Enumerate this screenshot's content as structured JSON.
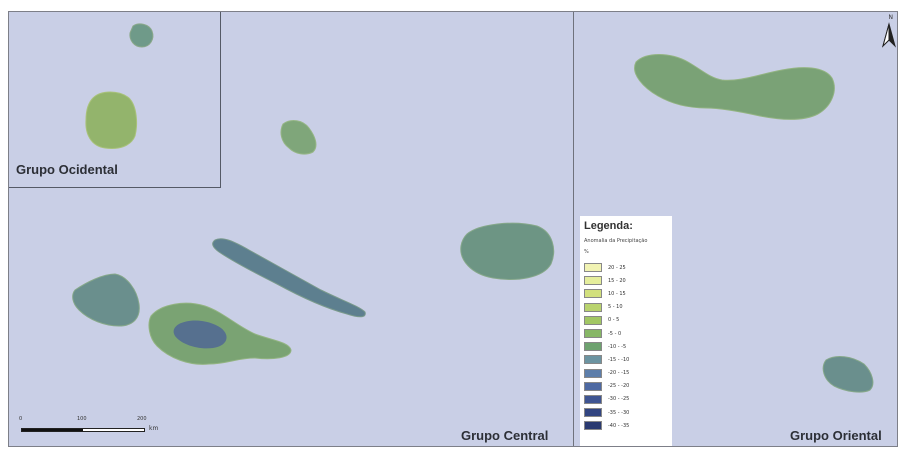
{
  "map": {
    "groups": {
      "ocidental": "Grupo Ocidental",
      "central": "Grupo Central",
      "oriental": "Grupo Oriental"
    },
    "legend": {
      "title": "Legenda:",
      "subtitle": "Anomalia da Precipitação",
      "unit": "%",
      "classes": [
        {
          "label": "20 - 25",
          "color": "#f1f3b3"
        },
        {
          "label": "15 - 20",
          "color": "#e5ee9c"
        },
        {
          "label": "10 - 15",
          "color": "#d2e07d"
        },
        {
          "label": "5 - 10",
          "color": "#b9d36e"
        },
        {
          "label": "0 - 5",
          "color": "#a2c764"
        },
        {
          "label": "-5 - 0",
          "color": "#87b766"
        },
        {
          "label": "-10 - -5",
          "color": "#6ea26f"
        },
        {
          "label": "-15 - -10",
          "color": "#6c94a1"
        },
        {
          "label": "-20 - -15",
          "color": "#5d7eaa"
        },
        {
          "label": "-25 - -20",
          "color": "#4e69a2"
        },
        {
          "label": "-30 - -25",
          "color": "#3f5592"
        },
        {
          "label": "-35 - -30",
          "color": "#324581"
        },
        {
          "label": "-40 - -35",
          "color": "#2a3a70"
        }
      ]
    },
    "scale": {
      "ticks": [
        "0",
        "100",
        "200"
      ],
      "unit": "km"
    },
    "north": {
      "label": "N"
    },
    "colors": {
      "water": "#c9cfe6",
      "land_green": "#7ea77a",
      "land_bluegreen": "#6b8f8c",
      "land_blue": "#56708f"
    }
  }
}
